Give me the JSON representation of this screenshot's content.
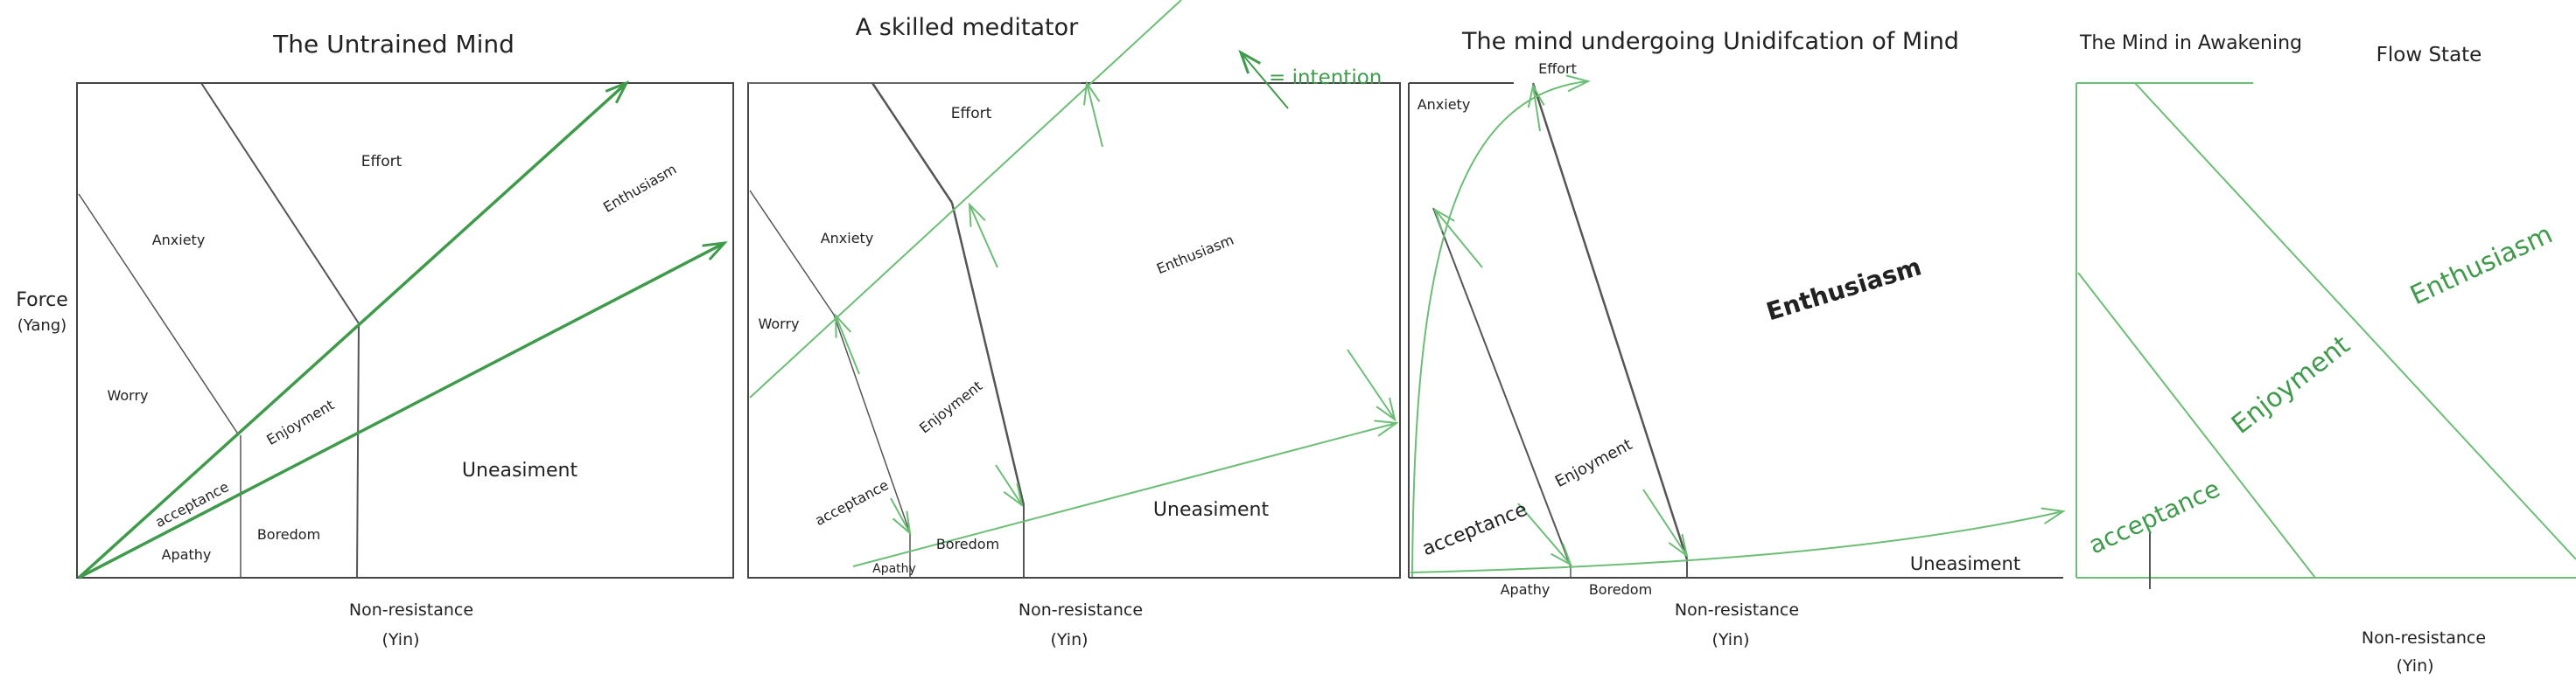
{
  "colors": {
    "ink": "#333333",
    "green": "#3f9b4b",
    "light_green": "#7cc583"
  },
  "panels": [
    {
      "title": "The Untrained Mind",
      "labels": {
        "force": "Force",
        "yang": "(Yang)",
        "effort": "Effort",
        "anxiety": "Anxiety",
        "worry": "Worry",
        "enjoyment": "Enjoyment",
        "acceptance": "acceptance",
        "apathy": "Apathy",
        "boredom": "Boredom",
        "enthusiasm": "Enthusiasm",
        "uneasiment": "Uneasiment",
        "non_resistance": "Non-resistance",
        "yin": "(Yin)"
      }
    },
    {
      "title": "A skilled meditator",
      "labels": {
        "effort": "Effort",
        "anxiety": "Anxiety",
        "worry": "Worry",
        "enjoyment": "Enjoyment",
        "acceptance": "acceptance",
        "apathy": "Apathy",
        "boredom": "Boredom",
        "enthusiasm": "Enthusiasm",
        "uneasiment": "Uneasiment",
        "non_resistance": "Non-resistance",
        "yin": "(Yin)"
      },
      "legend": "= intention"
    },
    {
      "title": "The mind undergoing Unidifcation of Mind",
      "labels": {
        "effort": "Effort",
        "anxiety": "Anxiety",
        "enthusiasm": "Enthusiasm",
        "enjoyment": "Enjoyment",
        "acceptance": "acceptance",
        "apathy": "Apathy",
        "boredom": "Boredom",
        "uneasiment": "Uneasiment",
        "non_resistance": "Non-resistance",
        "yin": "(Yin)"
      }
    },
    {
      "title": "The Mind in Awakening",
      "subtitle": "Flow State",
      "labels": {
        "enthusiasm": "Enthusiasm",
        "enjoyment": "Enjoyment",
        "acceptance": "acceptance",
        "non_resistance": "Non-resistance",
        "yin": "(Yin)"
      }
    }
  ]
}
